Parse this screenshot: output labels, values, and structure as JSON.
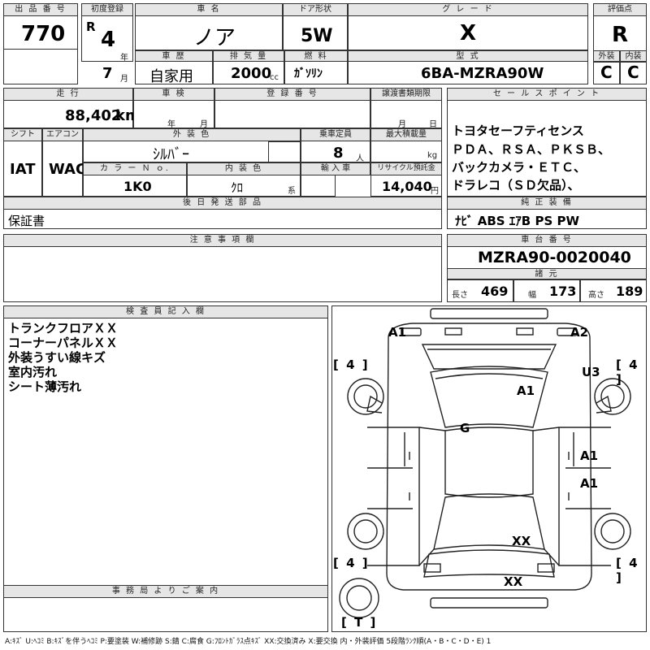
{
  "header": {
    "lot_no_label": "出 品 番 号",
    "lot_no": "770",
    "reg_label": "初度登録",
    "era": "R",
    "reg_year": "4",
    "year_unit": "年",
    "reg_month": "7",
    "month_unit": "月",
    "car_name_label": "車 名",
    "car_name": "ノア",
    "history_label": "車 歴",
    "history": "自家用",
    "displacement_label": "排 気 量",
    "displacement": "2000",
    "displacement_unit": "cc",
    "door_label": "ドア形状",
    "door": "5W",
    "fuel_label": "燃 料",
    "fuel": "ｶﾞｿﾘﾝ",
    "grade_label": "グ レ ー ド",
    "grade": "X",
    "model_label": "型 式",
    "model": "6BA-MZRA90W",
    "score_label": "評価点",
    "score": "R",
    "exterior_label": "外装",
    "exterior": "C",
    "interior_label": "内装",
    "interior": "C"
  },
  "row2": {
    "mileage_label": "走 行",
    "mileage": "88,402",
    "mileage_unit": "km",
    "inspection_label": "車 検",
    "inspection_year_unit": "年",
    "inspection_month_unit": "月",
    "reg_no_label": "登 録 番 号",
    "transfer_label": "譲渡書類期限",
    "transfer_month_unit": "月",
    "transfer_day_unit": "日",
    "shift_label": "シフト",
    "shift": "IAT",
    "ac_label": "エアコン",
    "ac": "WAC",
    "color_label": "外 装 色",
    "color": "ｼﾙﾊﾞｰ",
    "seats_label": "乗車定員",
    "seats": "8",
    "seats_unit": "人",
    "load_label": "最大積載量",
    "load_unit": "kg",
    "color_no_label": "カ ラ ー Ｎ ｏ.",
    "color_no": "1K0",
    "int_color_label": "内 装 色",
    "int_color": "ｸﾛ",
    "int_color_unit": "系",
    "import_label": "輸 入 車",
    "recycle_label": "リサイクル預託金",
    "recycle": "14,040",
    "recycle_unit": "円",
    "later_label": "後 日 発 送 部 品",
    "later": "保証書"
  },
  "sales": {
    "label": "セ ー ル ス ポ イ ン ト",
    "lines": [
      "トヨタセーフティセンス",
      "ＰＤＡ、ＲＳＡ、ＰＫＳＢ、",
      "バックカメラ・ＥＴＣ、",
      "ドラレコ（ＳＤ欠品）、"
    ],
    "equip_label": "純 正 装 備",
    "equip": "ﾅﾋﾞ ABS ｴｱB PS PW"
  },
  "notes": {
    "caution_label": "注 意 事 項 欄",
    "chassis_label": "車 台 番 号",
    "chassis": "MZRA90-0020040",
    "spec_label": "諸 元",
    "length_label": "長さ",
    "length": "469",
    "width_label": "幅",
    "width": "173",
    "height_label": "高さ",
    "height": "189"
  },
  "inspector": {
    "label": "検 査 員 記 入 欄",
    "lines": [
      "トランクフロアＸＸ",
      "コーナーパネルＸＸ",
      "外装うすい線キズ",
      "室内汚れ",
      "シート薄汚れ"
    ],
    "office_label": "事 務 局 よ り ご 案 内"
  },
  "diagram": {
    "marks": {
      "a1_tl": "A1",
      "a2_tr": "A2",
      "u3": "U3",
      "a1_roof": "A1",
      "g": "G",
      "a1_side1": "A1",
      "a1_side2": "A1",
      "xx_rear": "XX",
      "xx_bumper": "XX"
    },
    "tires": {
      "fl": "[ 4 ]",
      "fr": "[ 4 ]",
      "rl": "[ 4 ]",
      "rr": "[ 4 ]",
      "spare": "[ T ]"
    }
  },
  "legend": "A:ｷｽﾞ U:ﾍｺﾐ B:ｷｽﾞを伴うﾍｺﾐ P:要塗装 W:補修跡 S:錆 C:腐食 G:ﾌﾛﾝﾄｶﾞﾗｽ点ｷｽﾞ XX:交換済み X:要交換  内・外装評価 5段階ﾗﾝｸ順(A・B・C・D・E) 1"
}
